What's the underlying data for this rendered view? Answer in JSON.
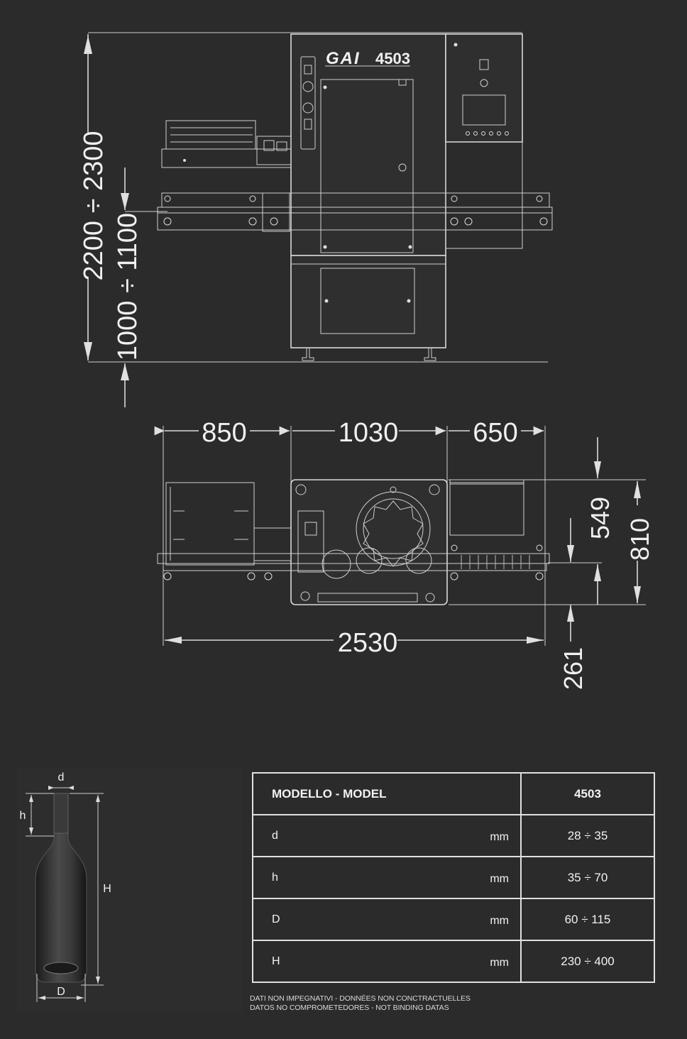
{
  "front_view": {
    "brand": "GAI",
    "model_badge": "4503",
    "height_total": "2200 ÷ 2300",
    "height_conveyor": "1000 ÷ 1100"
  },
  "top_view": {
    "width_left": "850",
    "width_center": "1030",
    "width_right": "650",
    "width_total": "2530",
    "depth_549": "549",
    "depth_810": "810",
    "depth_261": "261"
  },
  "bottle": {
    "label_d": "d",
    "label_h": "h",
    "label_H": "H",
    "label_D": "D"
  },
  "spec_table": {
    "header_label": "MODELLO - MODEL",
    "header_value": "4503",
    "rows": [
      {
        "param": "d",
        "unit": "mm",
        "value": "28 ÷ 35"
      },
      {
        "param": "h",
        "unit": "mm",
        "value": "35 ÷ 70"
      },
      {
        "param": "D",
        "unit": "mm",
        "value": "60 ÷ 115"
      },
      {
        "param": "H",
        "unit": "mm",
        "value": "230 ÷ 400"
      }
    ]
  },
  "disclaimer": {
    "line1": "DATI NON IMPEGNATIVI - DONNÉES NON CONCTRACTUELLES",
    "line2": "DATOS NO COMPROMETEDORES - NOT BINDING DATAS"
  },
  "colors": {
    "background": "#2b2b2b",
    "line": "#d9d9d9",
    "text": "#f0f0f0"
  }
}
